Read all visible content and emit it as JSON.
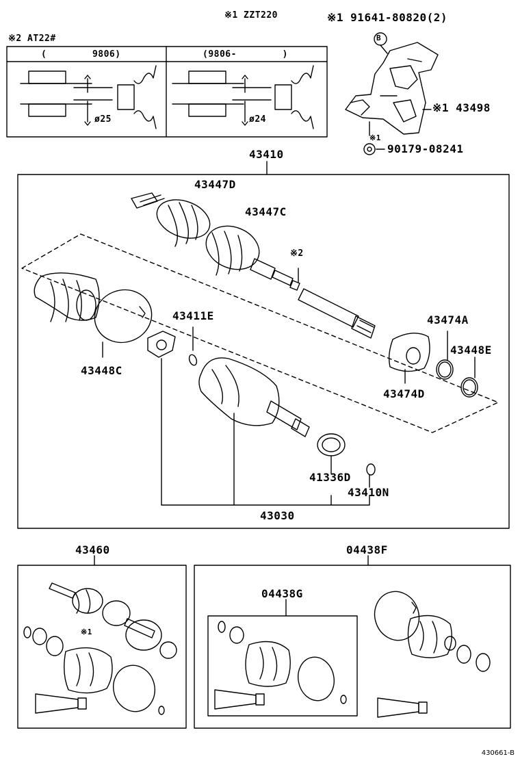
{
  "header": {
    "note_zzt": "※1 ZZT220",
    "note_at22": "※2 AT22#",
    "col1_head": "(        9806)",
    "col2_head": "(9806-        )",
    "dia1": "ø25",
    "dia2": "ø24"
  },
  "bracket": {
    "bolt_part": "※1 91641-80820(2)",
    "b_marker": "B",
    "bracket_part": "※1 43498",
    "nut_star": "※1",
    "nut_part": "90179-08241"
  },
  "main_assembly": {
    "title": "43410",
    "star2": "※2",
    "parts": {
      "p43447D": "43447D",
      "p43447C": "43447C",
      "p43411E": "43411E",
      "p43448C": "43448C",
      "p43474A": "43474A",
      "p43448E": "43448E",
      "p43474D": "43474D",
      "p41336D": "41336D",
      "p43410N": "43410N",
      "p43030": "43030"
    }
  },
  "kit_left": {
    "title": "43460",
    "star1": "※1"
  },
  "kit_right": {
    "title": "04438F",
    "inner_title": "04438G"
  },
  "footer": {
    "code": "430661-B"
  },
  "icons": [
    "drive-shaft-icon",
    "boot-icon",
    "clamp-icon",
    "bracket-icon",
    "grease-tube-icon",
    "nut-icon",
    "snap-ring-icon",
    "tripod-icon"
  ]
}
